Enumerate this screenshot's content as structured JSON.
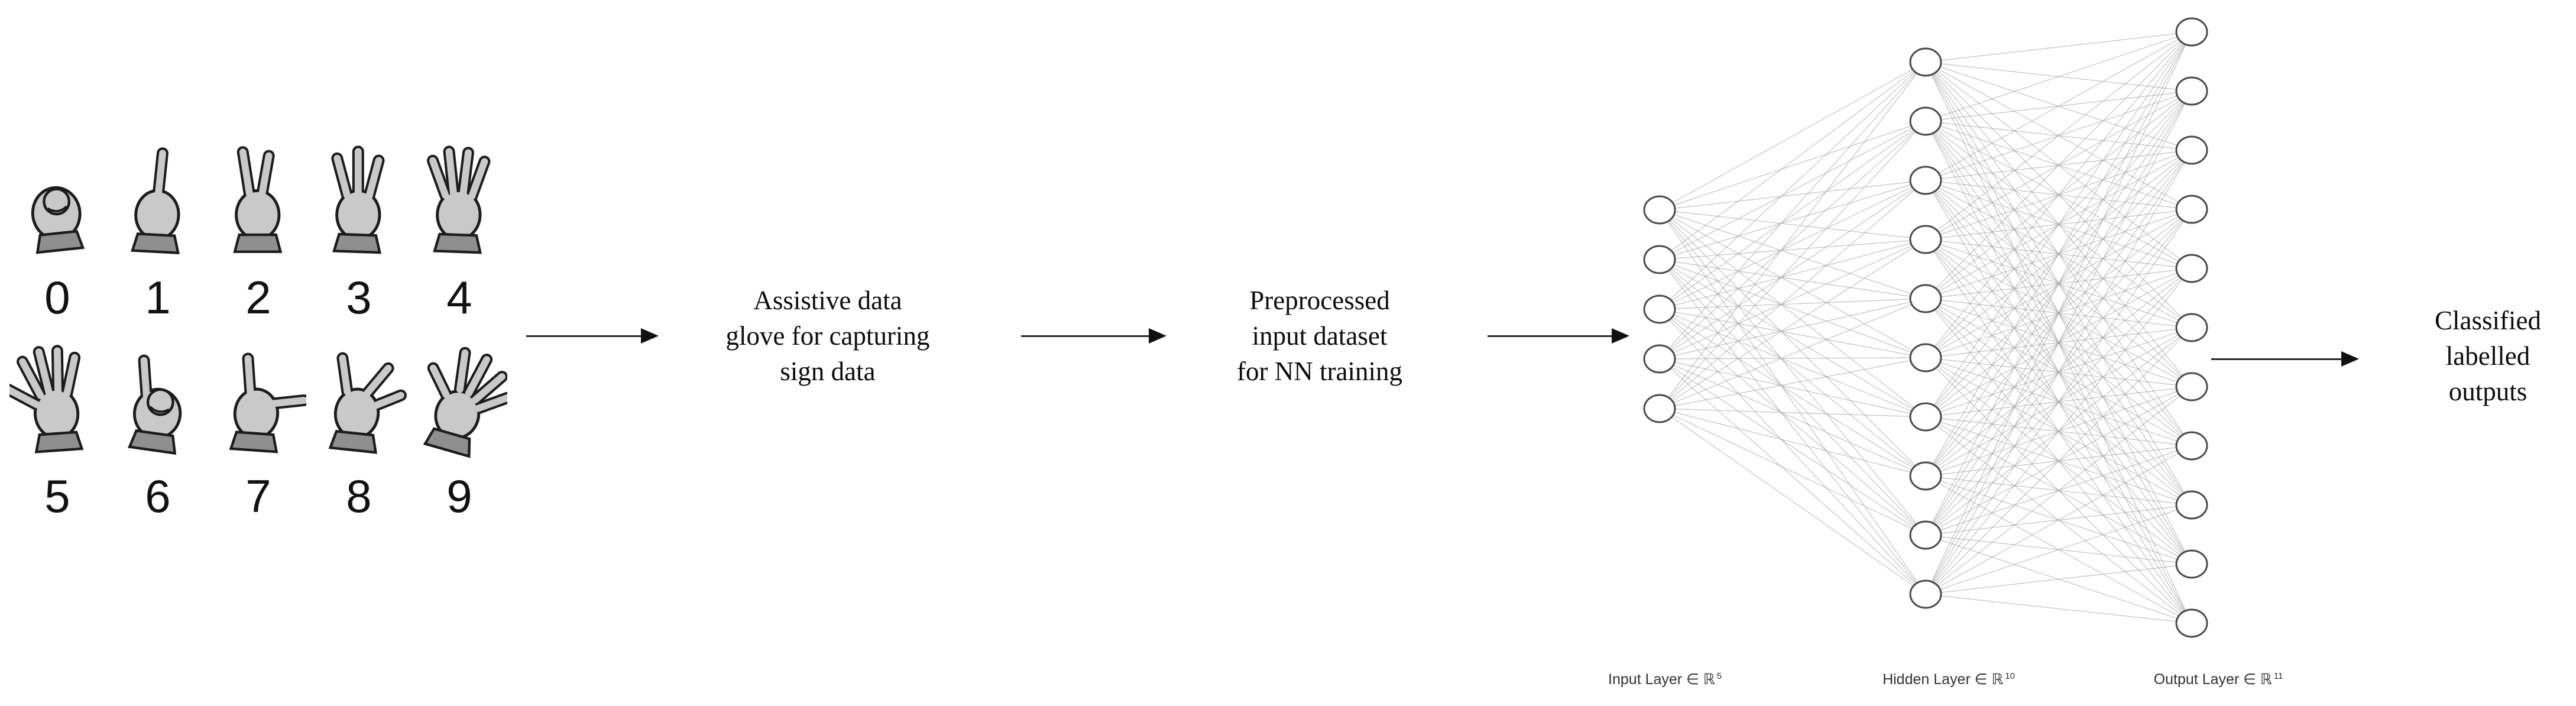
{
  "page": {
    "background": "#ffffff"
  },
  "hand_signs": {
    "description": "Sign-language hand gestures for digits 0 to 9",
    "glove_fill": "#c9c9c9",
    "glove_outline": "#1c1c1c",
    "cuff_fill": "#8f8f8f",
    "digit_color": "#111111",
    "digits": [
      {
        "label": "0",
        "gesture": "closed fist, fingers curled into O shape"
      },
      {
        "label": "1",
        "gesture": "index finger up"
      },
      {
        "label": "2",
        "gesture": "index and middle fingers up"
      },
      {
        "label": "3",
        "gesture": "three fingers up"
      },
      {
        "label": "4",
        "gesture": "four fingers up"
      },
      {
        "label": "5",
        "gesture": "open hand, five fingers spread"
      },
      {
        "label": "6",
        "gesture": "thumb up with fist closed"
      },
      {
        "label": "7",
        "gesture": "index finger pointing sideways with thumb up"
      },
      {
        "label": "8",
        "gesture": "thumb and two fingers extended"
      },
      {
        "label": "9",
        "gesture": "tilted hand with fingers fanned sideways"
      }
    ]
  },
  "flow": {
    "arrow_color": "#111111",
    "steps": [
      {
        "lines": [
          "Assistive data",
          "glove for capturing",
          "sign data"
        ]
      },
      {
        "lines": [
          "Preprocessed",
          "input dataset",
          "for NN training"
        ]
      },
      {
        "lines": [
          "Classified",
          "labelled",
          "outputs"
        ]
      }
    ]
  },
  "network": {
    "node_fill": "#ffffff",
    "node_stroke": "#4a4a4a",
    "edge_color": "#a8a8a8",
    "label_color": "#333333",
    "layers": [
      {
        "id": "input",
        "count": 5,
        "label_text": "Input Layer ∈ ℝ",
        "label_sup": "5"
      },
      {
        "id": "hidden",
        "count": 10,
        "label_text": "Hidden Layer ∈ ℝ",
        "label_sup": "10"
      },
      {
        "id": "output",
        "count": 11,
        "label_text": "Output Layer ∈ ℝ",
        "label_sup": "11"
      }
    ]
  }
}
